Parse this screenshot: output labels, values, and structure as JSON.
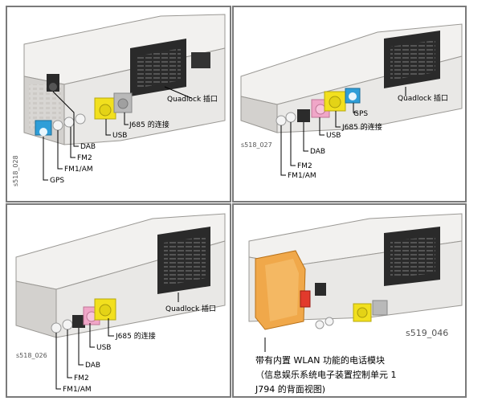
{
  "colors": {
    "frame": "#7a7a7a",
    "unit_body": "#e9e8e6",
    "unit_top": "#f2f1ef",
    "unit_side": "#d3d1ce",
    "quadlock": "#2a2a2a",
    "usb_yellow": "#f2e01e",
    "j685_gray": "#b9b9b9",
    "gps_blue": "#2f9ed8",
    "fm_white": "#f4f4f4",
    "dab_black": "#2b2b2b",
    "fm2_pink": "#f0a6c8",
    "wlan_orange": "#f0a84a",
    "red": "#e23a2c",
    "leader": "#000000"
  },
  "panels": [
    {
      "code": "s518_028",
      "labels": {
        "quadlock": "Quadlock 插口",
        "j685": "J685 的连接",
        "usb": "USB",
        "dab": "DAB",
        "fm2": "FM2",
        "fm1am": "FM1/AM",
        "gps": "GPS"
      }
    },
    {
      "code": "s518_027",
      "labels": {
        "quadlock": "Quadlock 插口",
        "gps": "GPS",
        "j685": "J685 的连接",
        "usb": "USB",
        "dab": "DAB",
        "fm2": "FM2",
        "fm1am": "FM1/AM"
      }
    },
    {
      "code": "s518_026",
      "labels": {
        "quadlock": "Quadlock 插口",
        "j685": "J685 的连接",
        "usb": "USB",
        "dab": "DAB",
        "fm2": "FM2",
        "fm1am": "FM1/AM"
      }
    },
    {
      "code": "s519_046",
      "caption": [
        "带有内置 WLAN 功能的电话模块",
        "（信息娱乐系统电子装置控制单元 1",
        "J794 的背面视图)"
      ]
    }
  ]
}
